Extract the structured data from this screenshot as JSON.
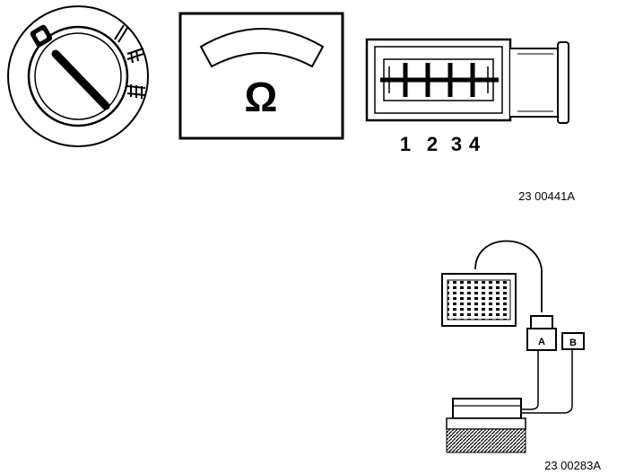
{
  "figure_top": {
    "ohmmeter_symbol": "Ω",
    "connector_pins": [
      "1",
      "2",
      "3",
      "4"
    ],
    "reference_code": "23 00441A"
  },
  "figure_bottom": {
    "socket_labels": [
      "A",
      "B"
    ],
    "reference_code": "23 00283A"
  },
  "icons": {
    "ignition_switch": "ignition-switch-icon",
    "ohmmeter": "ohmmeter-icon",
    "connector": "connector-icon",
    "tester": "tester-breadboard-icon"
  }
}
